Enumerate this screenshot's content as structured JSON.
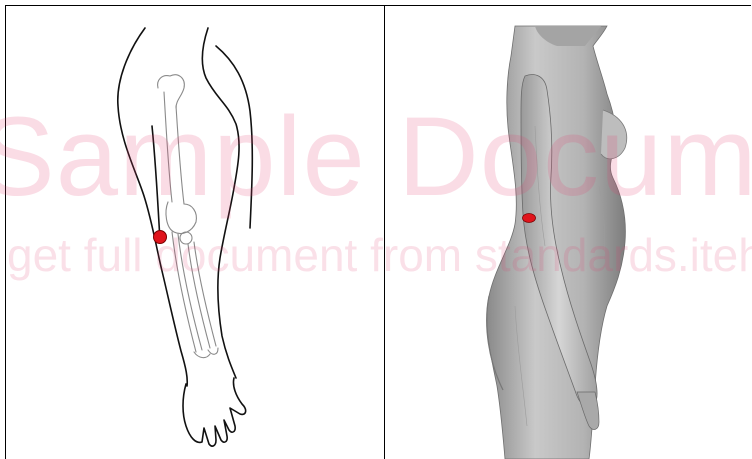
{
  "watermark": {
    "line1": "Sample Document",
    "line2": "get full document from standards.iteh.ai"
  },
  "figures": {
    "left": {
      "subject": "arm-line-drawing-with-bones",
      "marker_color": "#e0141c"
    },
    "right": {
      "subject": "3d-body-scan-side-view",
      "marker_color": "#e0141c"
    }
  },
  "colors": {
    "border": "#000000",
    "marker": "#e0141c",
    "watermark": "#e23c6e"
  }
}
